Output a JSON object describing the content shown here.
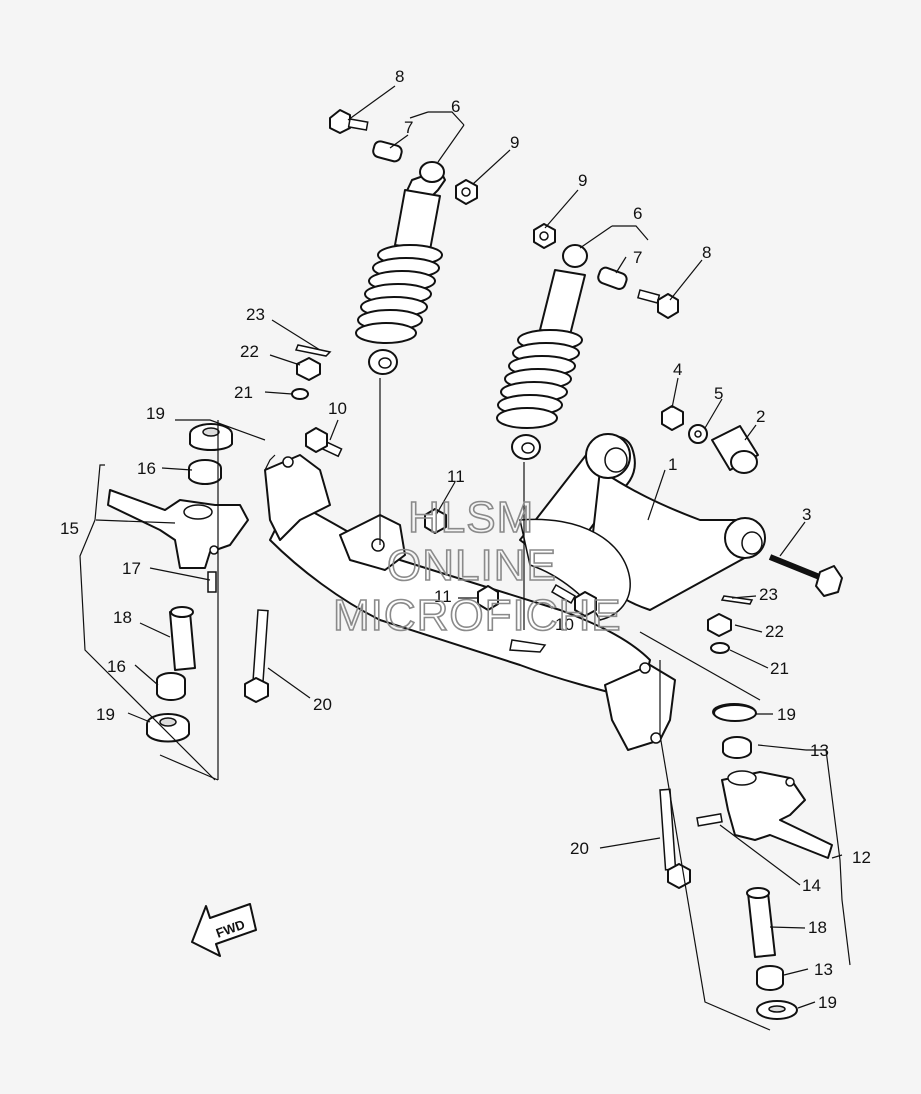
{
  "watermark": {
    "line1": "HLSM",
    "line2": "ONLINE",
    "line3": "MICROFICHE"
  },
  "direction_arrow": {
    "label": "FWD",
    "icon": "forward-arrow-icon"
  },
  "callouts": {
    "c8a": "8",
    "c6a": "6",
    "c7a": "7",
    "c9a": "9",
    "c9b": "9",
    "c6b": "6",
    "c7b": "7",
    "c8b": "8",
    "c23a": "23",
    "c22a": "22",
    "c21a": "21",
    "c10a": "10",
    "c19a": "19",
    "c16a": "16",
    "c15": "15",
    "c17": "17",
    "c18a": "18",
    "c16b": "16",
    "c19b": "19",
    "c20a": "20",
    "c11a": "11",
    "c11b": "11",
    "c10b": "10",
    "c1": "1",
    "c2": "2",
    "c3": "3",
    "c4": "4",
    "c5": "5",
    "c23b": "23",
    "c22b": "22",
    "c21b": "21",
    "c19c": "19",
    "c13a": "13",
    "c12": "12",
    "c14": "14",
    "c20b": "20",
    "c18b": "18",
    "c13b": "13",
    "c19d": "19"
  }
}
